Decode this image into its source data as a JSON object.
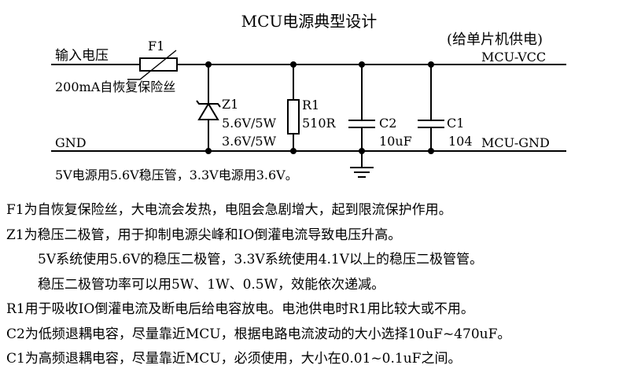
{
  "title": "MCU电源典型设计",
  "labels": {
    "supply_note": "(给单片机供电)",
    "input_label": "输入电压",
    "gnd_label": "GND",
    "vcc_label": "MCU-VCC",
    "mcu_gnd_label": "MCU-GND",
    "fuse_name": "F1",
    "fuse_desc": "200mA自恢复保险丝",
    "zener_name": "Z1",
    "zener_val1": "5.6V/5W",
    "zener_val2": "3.6V/5W",
    "resistor_name": "R1",
    "resistor_val": "510R",
    "c2_name": "C2",
    "c2_val": "10uF",
    "c1_name": "C1",
    "c1_val": "104",
    "bottom_note": "5V电源用5.6V稳压管，3.3V电源用3.6V。"
  },
  "notes": [
    "F1为自恢复保险丝，大电流会发热，电阻会急剧增大，起到限流保护作用。",
    "Z1为稳压二极管，用于抑制电源尖峰和IO倒灌电流导致电压升高。",
    "5V系统使用5.6V的稳压二极管，3.3V系统使用4.1V以上的稳压二极管管。",
    "稳压二极管功率可以用5W、1W、0.5W，效能依次递减。",
    "R1用于吸收IO倒灌电流及断电后给电容放电。电池供电时R1用比较大或不用。",
    "C2为低频退耦电容，尽量靠近MCU，根据电路电流波动的大小选择10uF~470uF。",
    "C1为高频退耦电容，尽量靠近MCU，必须使用，大小在0.01~0.1uF之间。"
  ]
}
